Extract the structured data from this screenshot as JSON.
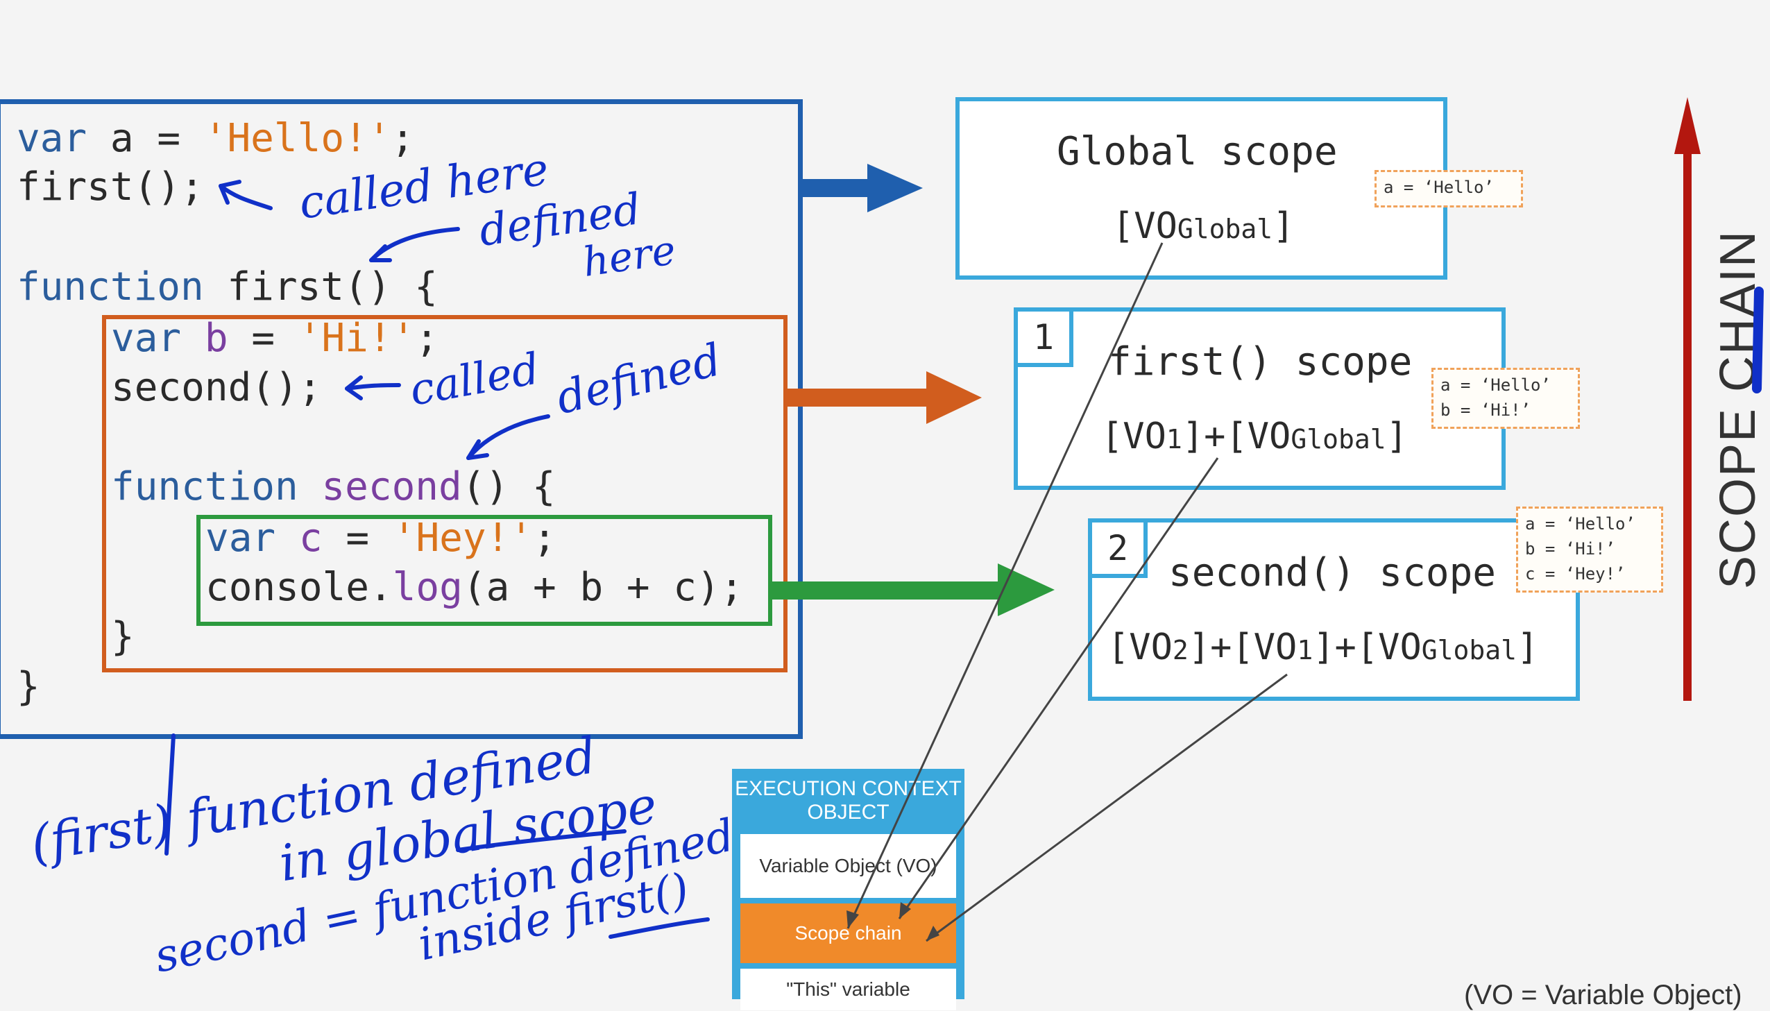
{
  "code": {
    "line1": {
      "kw": "var",
      "name": " a ",
      "op": "= ",
      "str": "'Hello!'",
      "end": ";"
    },
    "line2": "first();",
    "line3": {
      "kw": "function",
      "name": " first",
      "rest": "() {"
    },
    "line4": {
      "kw": "var",
      "name": " b ",
      "op": "= ",
      "str": "'Hi!'",
      "end": ";"
    },
    "line5": "second();",
    "line6": {
      "kw": "function",
      "name": " second",
      "rest": "() {"
    },
    "line7": {
      "kw": "var",
      "name": " c ",
      "op": "= ",
      "str": "'Hey!'",
      "end": ";"
    },
    "line8": {
      "obj": "console.",
      "fn": "log",
      "rest": "(a + b + c);"
    },
    "line9": "}",
    "line10": "}"
  },
  "scopes": {
    "global": {
      "title": "Global scope",
      "vo_prefix": "[VO",
      "vo_sub": "Global",
      "vo_suffix": "]",
      "vars": [
        "a = ‘Hello’"
      ]
    },
    "first": {
      "badge": "1",
      "title": "first() scope",
      "vo_a_prefix": "[VO",
      "vo_a_sub": "1",
      "vo_a_suffix": "]+",
      "vo_b_prefix": "[VO",
      "vo_b_sub": "Global",
      "vo_b_suffix": "]",
      "vars": [
        "a = ‘Hello’",
        "b = ‘Hi!’"
      ]
    },
    "second": {
      "badge": "2",
      "title": "second() scope",
      "vo_a_prefix": "[VO",
      "vo_a_sub": "2",
      "vo_a_suffix": "]+",
      "vo_b_prefix": "[VO",
      "vo_b_sub": "1",
      "vo_b_suffix": "]+",
      "vo_c_prefix": "[VO",
      "vo_c_sub": "Global",
      "vo_c_suffix": "]",
      "vars": [
        "a = ‘Hello’",
        "b = ‘Hi!’",
        "c = ‘Hey!’"
      ]
    }
  },
  "scope_chain_label": "SCOPE CHAIN",
  "exec_context": {
    "header": "EXECUTION CONTEXT OBJECT",
    "vo": "Variable Object (VO)",
    "scope_chain": "Scope chain",
    "this": "\"This\" variable"
  },
  "footnote": "(VO = Variable Object)",
  "notes": {
    "called_here": "called here",
    "defined_here_1": "defined",
    "defined_here_2": "here",
    "called": "called",
    "defined": "defined",
    "note1_line1": "(first) function defined",
    "note1_line2": "in global scope",
    "note2_line1": "second = function defined",
    "note2_line2": "inside first()"
  },
  "colors": {
    "blue": "#1f5fae",
    "orange": "#d15d1e",
    "green": "#2c9a3e",
    "scope_border": "#3aa8dc",
    "scope_chain_arrow": "#b3170f",
    "ink": "#1030c8"
  }
}
